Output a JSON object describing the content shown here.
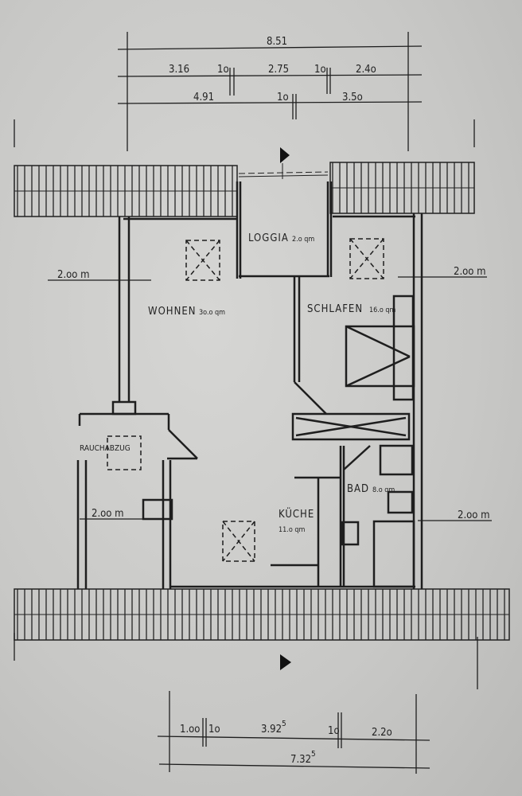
{
  "top_dimensions": {
    "total": "8.51",
    "row2": [
      "3.16",
      "1o",
      "2.75",
      "1o",
      "2.4o"
    ],
    "row3": [
      "4.91",
      "1o",
      "3.5o"
    ]
  },
  "bottom_dimensions": {
    "row1": [
      "1.oo",
      "1o",
      "3.92",
      "1o",
      "2.2o"
    ],
    "row1_sup": "5",
    "total": "7.32",
    "total_sup": "5"
  },
  "rooms": {
    "loggia": {
      "name": "LOGGIA",
      "area": "2.o qm"
    },
    "wohnen": {
      "name": "WOHNEN",
      "area": "3o.o qm"
    },
    "schlafen": {
      "name": "SCHLAFEN",
      "area": "16.o qm"
    },
    "kueche": {
      "name": "KÜCHE",
      "area": "11.o qm"
    },
    "bad": {
      "name": "BAD",
      "area": "8.o qm"
    },
    "rauchabzug": {
      "name": "RAUCHABZUG"
    }
  },
  "height_marks": [
    "2.oo m",
    "2.oo m",
    "2.oo m",
    "2.oo m"
  ]
}
